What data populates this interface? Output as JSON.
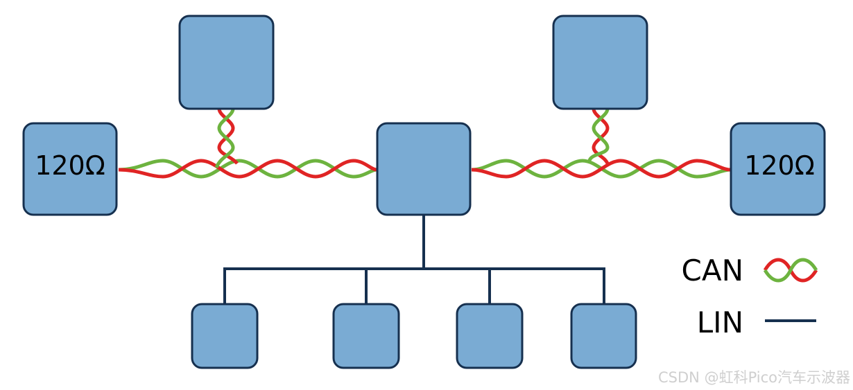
{
  "diagram": {
    "terminator_label": "120Ω",
    "legend": {
      "can_label": "CAN",
      "lin_label": "LIN"
    },
    "colors": {
      "node_fill": "#7aabd3",
      "node_stroke": "#16304f",
      "can_wire_a": "#e02424",
      "can_wire_b": "#6db33f",
      "lin_wire": "#16304f"
    }
  },
  "watermark": "CSDN @虹科Pico汽车示波器"
}
